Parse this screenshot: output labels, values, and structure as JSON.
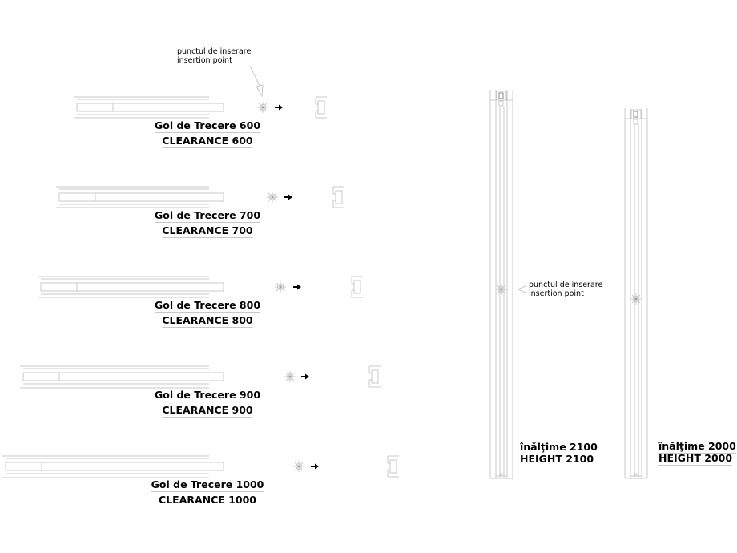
{
  "drawing": {
    "colors": {
      "line": "#c8c8c8",
      "text": "#000000",
      "background": "#ffffff"
    },
    "insertion_note_top": {
      "line1": "punctul de inserare",
      "line2": "insertion point"
    },
    "insertion_note_side": {
      "line1": "punctul de inserare",
      "line2": "insertion point"
    },
    "plan_views": [
      {
        "title_ro": "Gol de Trecere 600",
        "title_en": "CLEARANCE 600"
      },
      {
        "title_ro": "Gol de Trecere 700",
        "title_en": "CLEARANCE 700"
      },
      {
        "title_ro": "Gol de Trecere 800",
        "title_en": "CLEARANCE 800"
      },
      {
        "title_ro": "Gol de Trecere 900",
        "title_en": "CLEARANCE 900"
      },
      {
        "title_ro": "Gol de Trecere 1000",
        "title_en": "CLEARANCE 1000"
      }
    ],
    "elevations": [
      {
        "title_ro": "înălţime 2100",
        "title_en": "HEIGHT 2100"
      },
      {
        "title_ro": "înălţime 2000",
        "title_en": "HEIGHT 2000"
      }
    ],
    "icons": [
      "insertion-point-icon",
      "arrow-right-icon"
    ]
  }
}
